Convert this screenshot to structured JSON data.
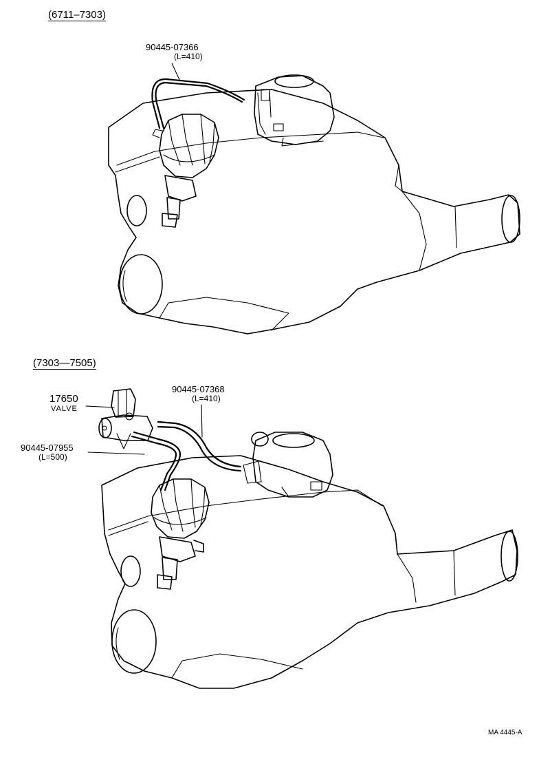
{
  "diagrams": [
    {
      "range_label": "(6711–7303)",
      "hose": {
        "part_number": "90445-07366",
        "length": "(L=410)"
      }
    },
    {
      "range_label": "(7303—7505)",
      "valve": {
        "part_number": "17650",
        "name": "VALVE"
      },
      "hose_upper": {
        "part_number": "90445-07368",
        "length": "(L=410)"
      },
      "hose_lower": {
        "part_number": "90445-07955",
        "length": "(L=500)"
      }
    }
  ],
  "figure_code": "MA 4445-A"
}
